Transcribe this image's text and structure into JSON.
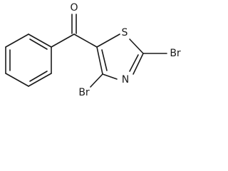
{
  "molecule": {
    "atoms": {
      "carbonyl_oxygen": "O",
      "ring_sulfur": "S",
      "ring_nitrogen": "N",
      "bromine_2": "Br",
      "bromine_4": "Br"
    }
  }
}
